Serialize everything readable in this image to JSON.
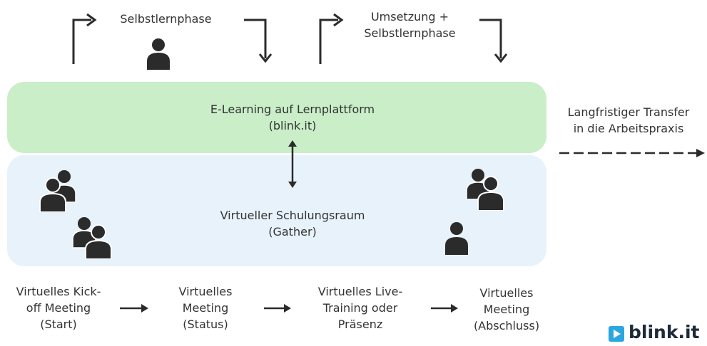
{
  "top": {
    "phase1": "Selbstlernphase",
    "phase2_line1": "Umsetzung +",
    "phase2_line2": "Selbstlernphase"
  },
  "elearning": {
    "line1": "E-Learning auf Lernplattform",
    "line2": "(blink.it)"
  },
  "virtual_room": {
    "line1": "Virtueller Schulungsraum",
    "line2": "(Gather)"
  },
  "transfer": {
    "line1": "Langfristiger Transfer",
    "line2": "in die Arbeitspraxis"
  },
  "steps": [
    {
      "line1": "Virtuelles Kick-",
      "line2": "off Meeting",
      "line3": "(Start)"
    },
    {
      "line1": "Virtuelles",
      "line2": "Meeting",
      "line3": "(Status)"
    },
    {
      "line1": "Virtuelles Live-",
      "line2": "Training oder",
      "line3": "Präsenz"
    },
    {
      "line1": "Virtuelles",
      "line2": "Meeting",
      "line3": "(Abschluss)"
    }
  ],
  "logo": {
    "text": "blink.it",
    "color": "#2aa7e0"
  },
  "colors": {
    "elearning_band": "#c9eec8",
    "virtual_band": "#e7f2fb",
    "icon": "#2b2b2b",
    "text": "#333333"
  }
}
